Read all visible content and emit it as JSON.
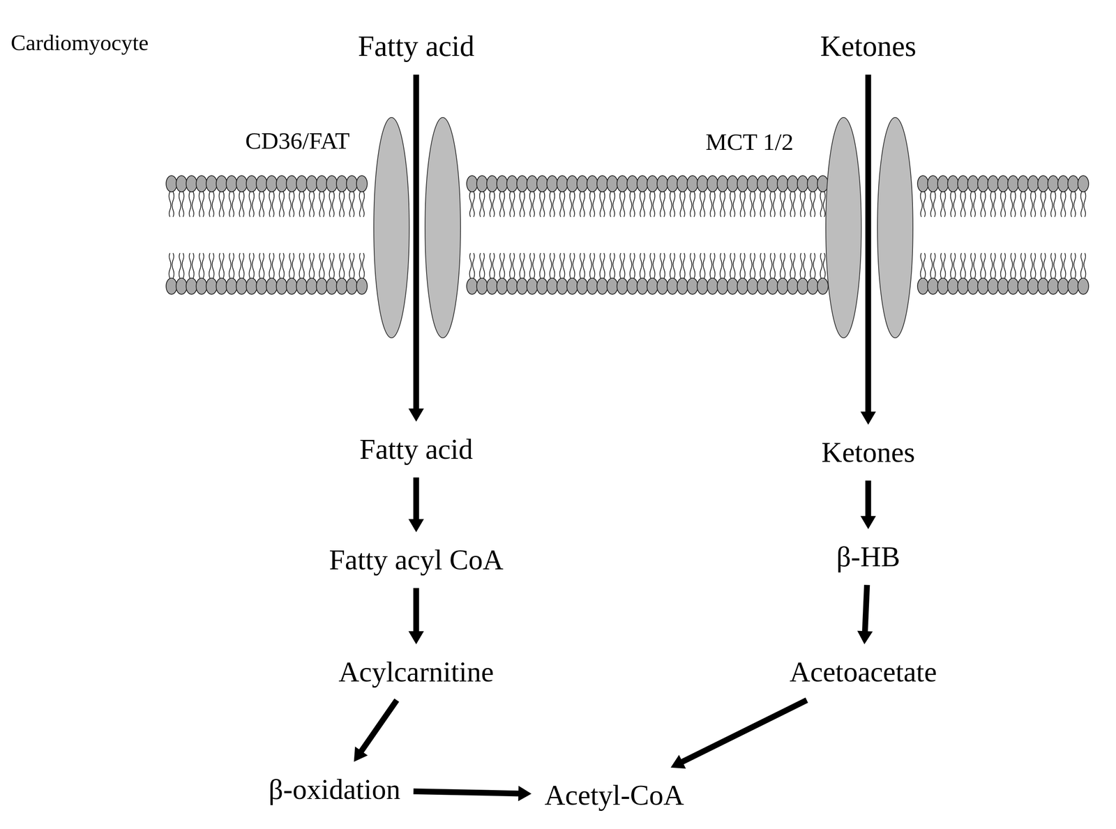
{
  "diagram": {
    "nodes": [
      {
        "text": [
          "Fatty acid"
        ]
      },
      {
        "text": [
          "Ketones"
        ]
      },
      {
        "text": [
          "Fatty acid"
        ]
      },
      {
        "text": [
          "Fatty acyl CoA"
        ]
      },
      {
        "text": [
          "Acylcarnitine"
        ]
      },
      {
        "text": [
          "β-oxidation"
        ]
      },
      {
        "text": [
          "Ketones"
        ]
      },
      {
        "text": [
          "β-HB"
        ]
      },
      {
        "text": [
          "Acetoacetate"
        ]
      },
      {
        "text": [
          "Acetyl-CoA"
        ]
      }
    ],
    "edges": [
      {
        "from": 0,
        "to": 2,
        "arrow": "to"
      },
      {
        "from": 1,
        "to": 6,
        "arrow": "to"
      },
      {
        "from": 2,
        "to": 3,
        "arrow": "to"
      },
      {
        "from": 3,
        "to": 4,
        "arrow": "to"
      },
      {
        "from": 4,
        "to": 5,
        "arrow": "to"
      },
      {
        "from": 5,
        "to": 9,
        "arrow": "to"
      },
      {
        "from": 6,
        "to": 7,
        "arrow": "to"
      },
      {
        "from": 7,
        "to": 8,
        "arrow": "to"
      },
      {
        "from": 8,
        "to": 9,
        "arrow": "to"
      }
    ],
    "labels": [
      "Cardiomyocyte",
      "CD36/FAT",
      "MCT 1/2"
    ]
  }
}
